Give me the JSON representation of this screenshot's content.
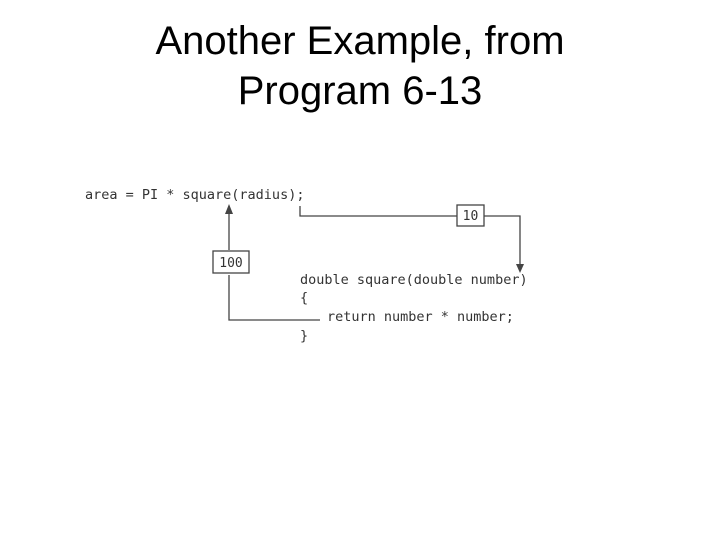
{
  "title": {
    "line1": "Another Example, from",
    "line2": "Program 6-13"
  },
  "figure": {
    "call_line": "area = PI * square(radius);",
    "argument_value": "10",
    "return_value": "100",
    "function_header": "double square(double number)",
    "open_brace": "{",
    "return_statement": "return number * number;",
    "close_brace": "}"
  }
}
